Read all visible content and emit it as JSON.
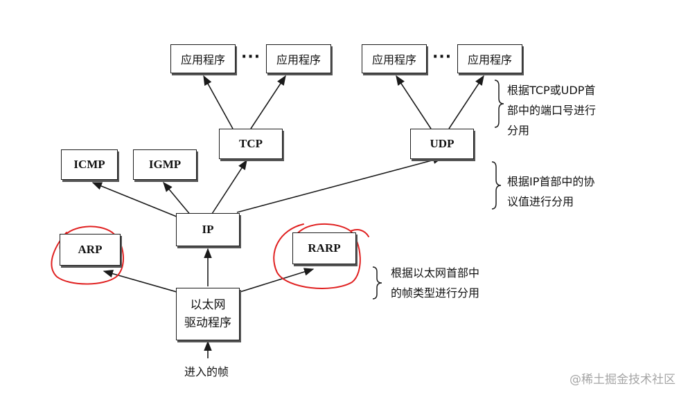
{
  "boxes": {
    "app_1": "应用程序",
    "app_2": "应用程序",
    "app_3": "应用程序",
    "app_4": "应用程序",
    "tcp": "TCP",
    "udp": "UDP",
    "icmp": "ICMP",
    "igmp": "IGMP",
    "ip": "IP",
    "arp": "ARP",
    "rarp": "RARP",
    "driver_line1": "以太网",
    "driver_line2": "驱动程序"
  },
  "ellipsis": "···",
  "notes": {
    "transport_line1": "根据TCP或UDP首",
    "transport_line2": "部中的端口号进行",
    "transport_line3": "分用",
    "ip_line1": "根据IP首部中的协",
    "ip_line2": "议值进行分用",
    "ethernet_line1": "根据以太网首部中",
    "ethernet_line2": "的帧类型进行分用"
  },
  "incoming_label": "进入的帧",
  "watermark": "@稀土掘金技术社区",
  "colors": {
    "line": "#1a1a1a",
    "highlight": "#e02020"
  }
}
